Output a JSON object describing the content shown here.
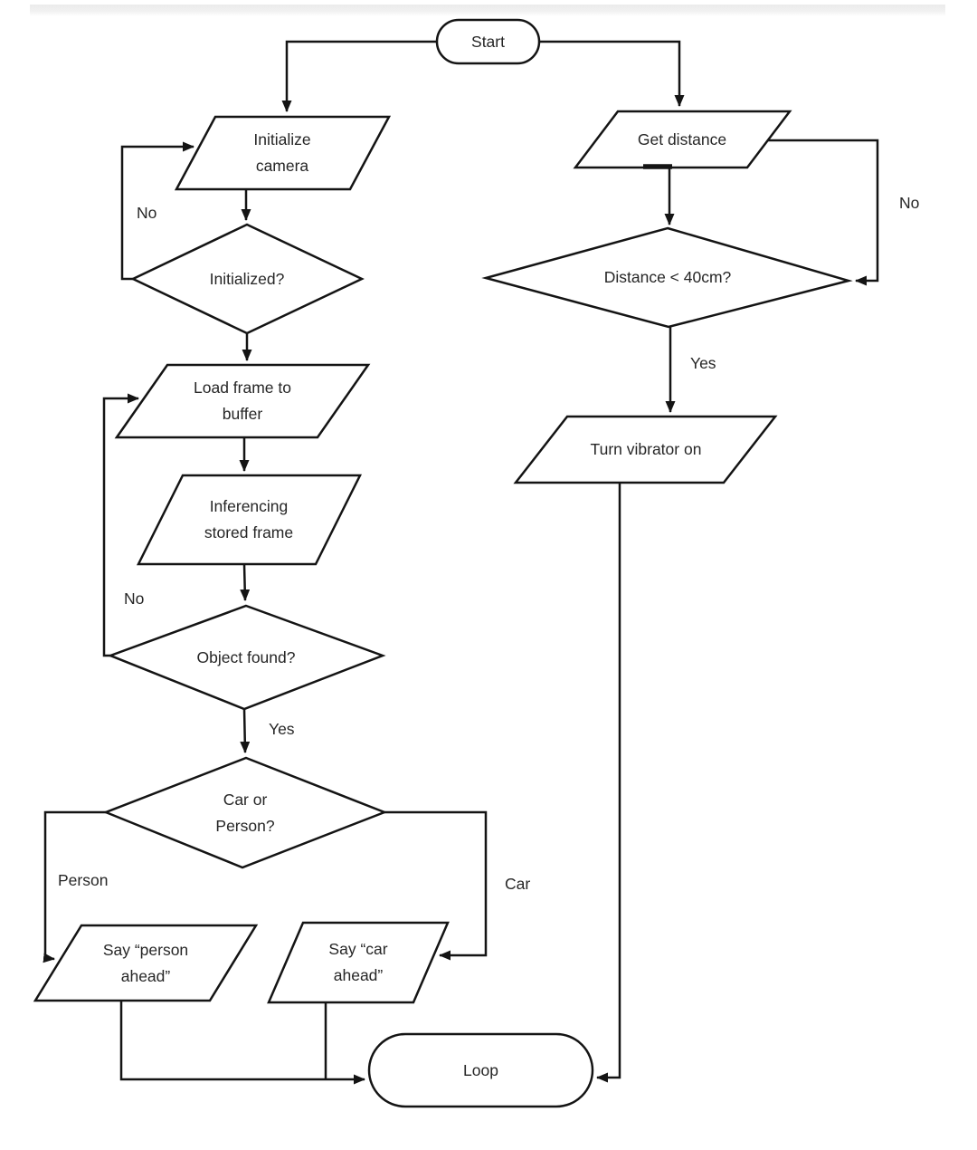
{
  "page": {
    "background": "#ffffff",
    "top_strip_color": "#eaeaea",
    "line_color": "#141414",
    "text_color": "#262626"
  },
  "nodes": {
    "start": {
      "type": "terminator",
      "label": "Start"
    },
    "init_camera": {
      "type": "input-output",
      "label": "Initialize\ncamera"
    },
    "initialized": {
      "type": "decision",
      "label": "Initialized?"
    },
    "load_frame": {
      "type": "input-output",
      "label": "Load frame to\nbuffer"
    },
    "inferencing": {
      "type": "input-output",
      "label": "Inferencing\nstored frame"
    },
    "object_found": {
      "type": "decision",
      "label": "Object found?"
    },
    "car_person": {
      "type": "decision",
      "label": "Car or\nPerson?"
    },
    "say_person": {
      "type": "input-output",
      "label": "Say “person\nahead”"
    },
    "say_car": {
      "type": "input-output",
      "label": "Say “car\nahead”"
    },
    "loop": {
      "type": "terminator",
      "label": "Loop"
    },
    "get_distance": {
      "type": "input-output",
      "label": "Get distance"
    },
    "distance_check": {
      "type": "decision",
      "label": "Distance < 40cm?"
    },
    "turn_vibrator": {
      "type": "input-output",
      "label": "Turn vibrator on"
    }
  },
  "edge_labels": {
    "initialized_no": "No",
    "object_no": "No",
    "object_yes": "Yes",
    "person_branch": "Person",
    "car_branch": "Car",
    "distance_no": "No",
    "distance_yes": "Yes"
  }
}
